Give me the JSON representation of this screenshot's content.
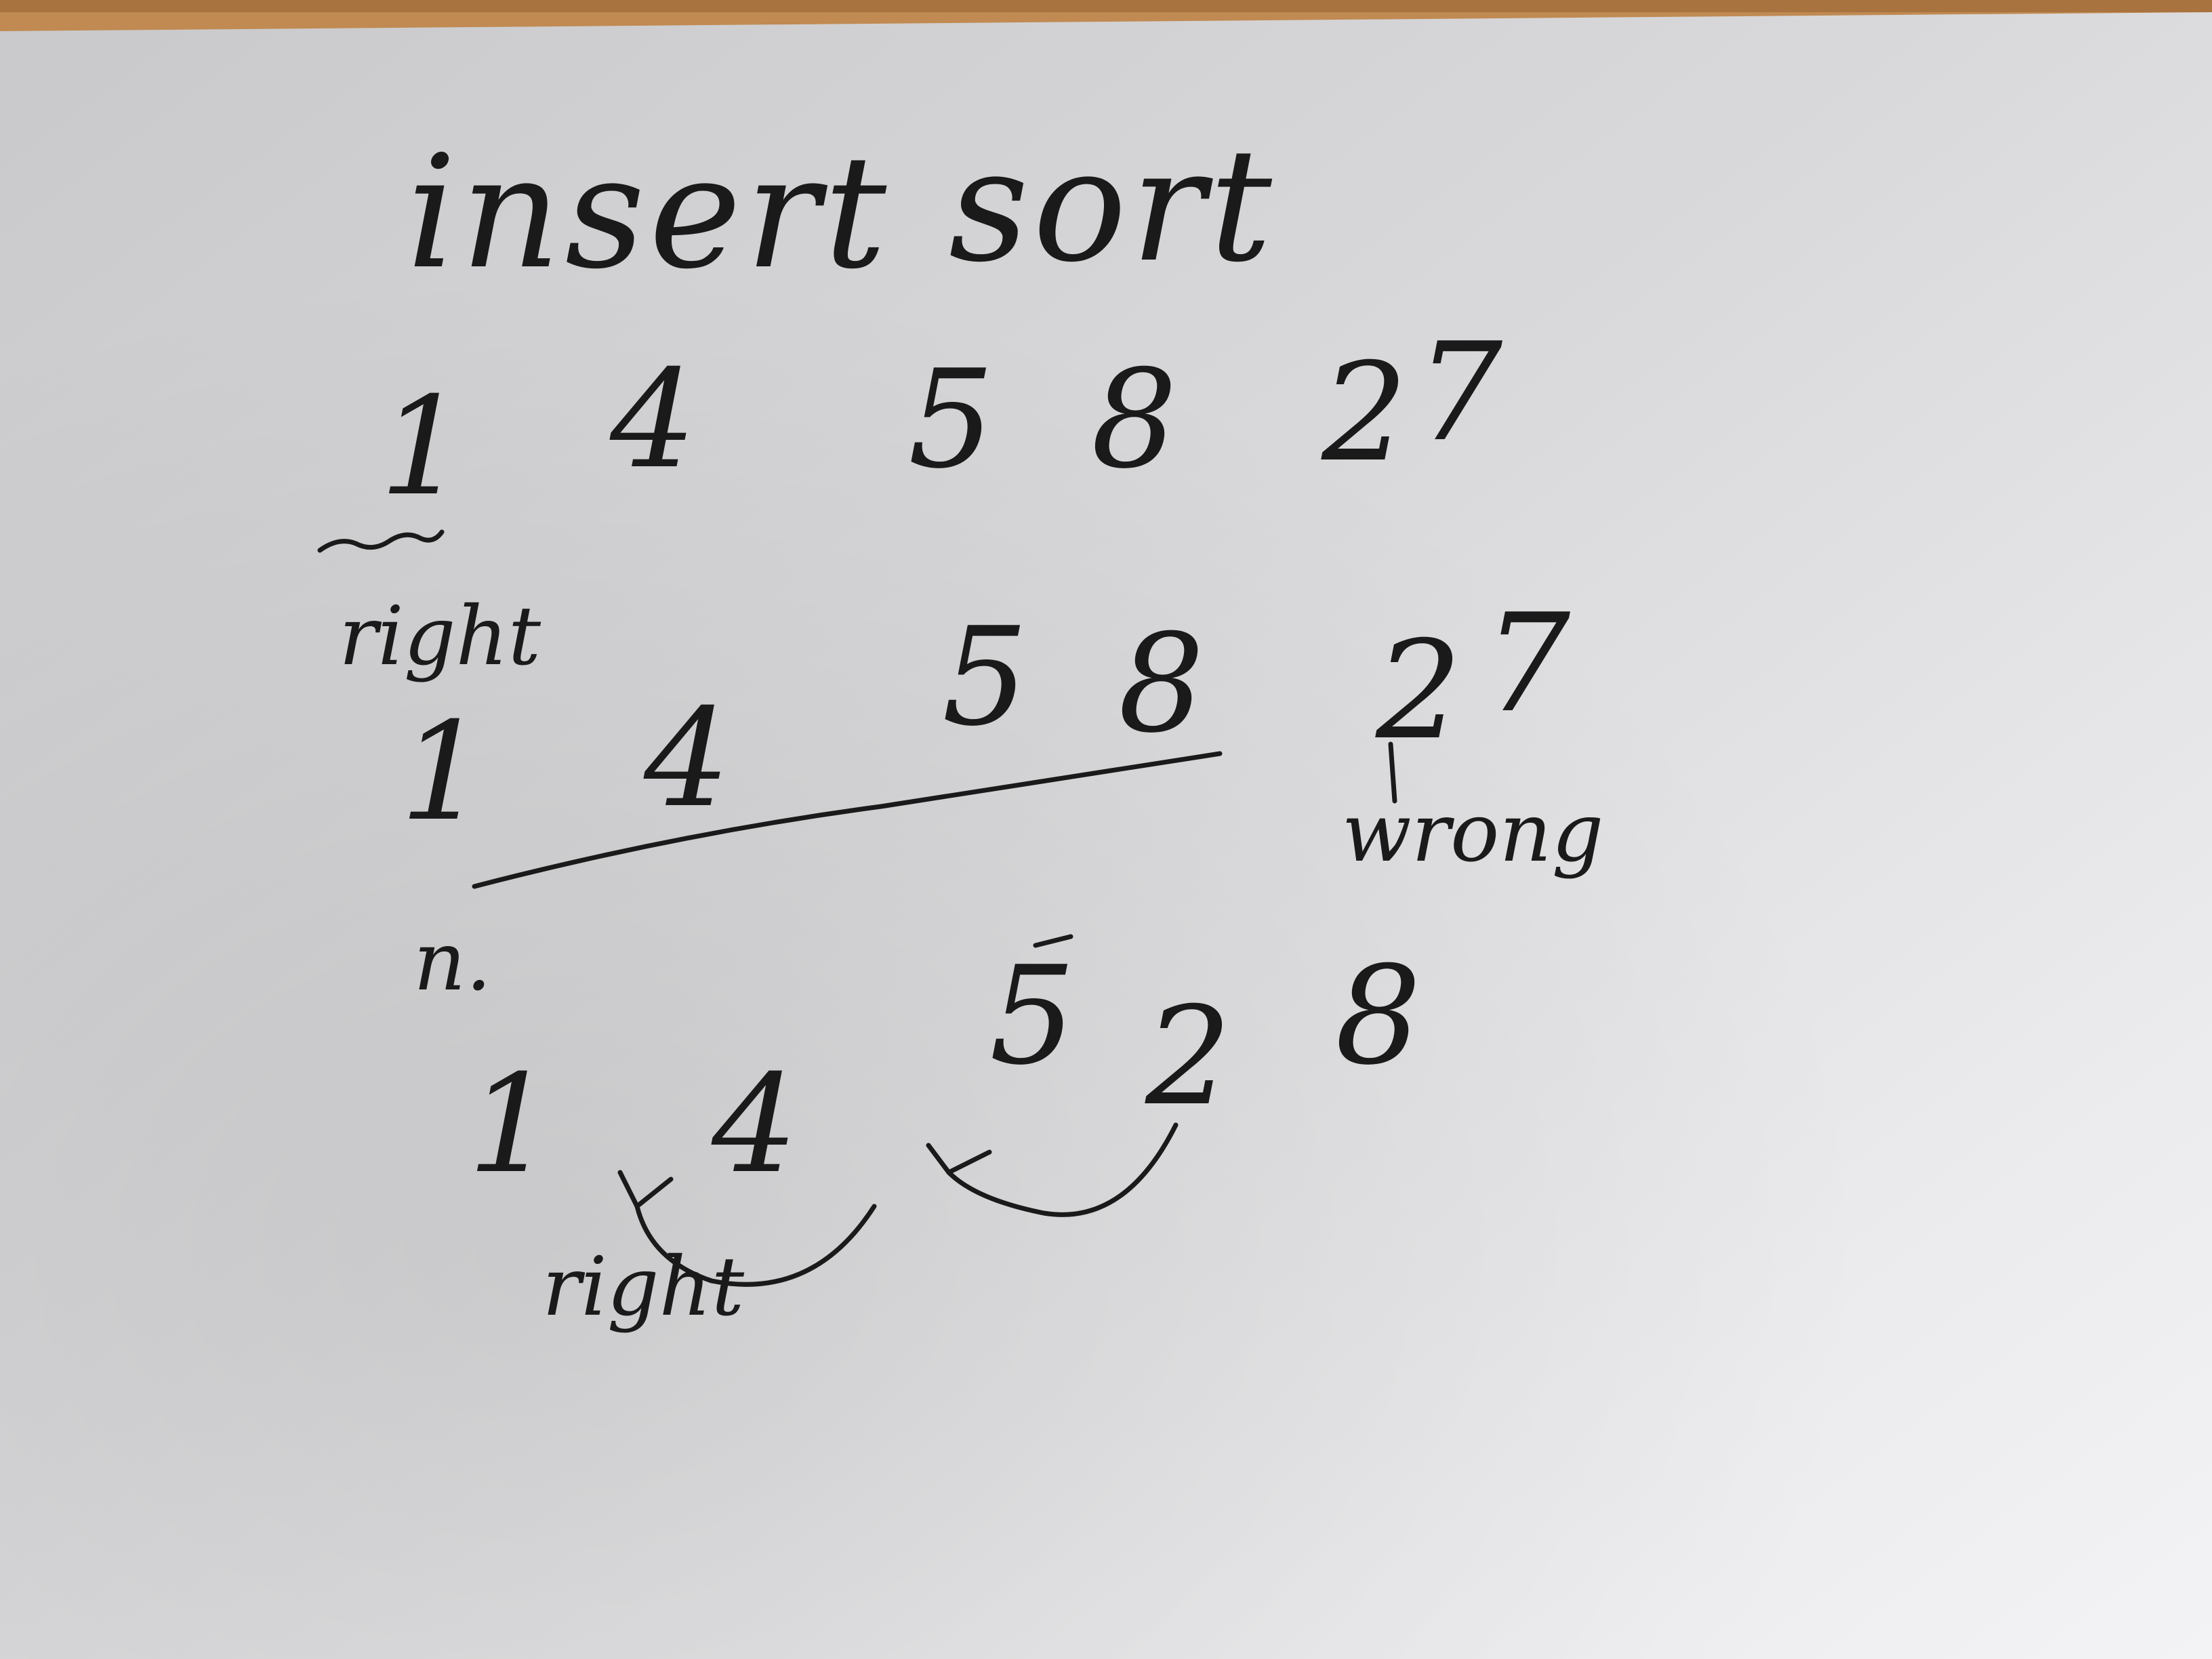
{
  "title": {
    "word1": "insert",
    "word2": "sort"
  },
  "rows": [
    {
      "numbers": [
        "1",
        "4",
        "5",
        "8",
        "2",
        "7"
      ],
      "note": "right"
    },
    {
      "numbers": [
        "1",
        "4",
        "5",
        "8",
        "2",
        "7"
      ],
      "note": "wrong"
    },
    {
      "numbers": [
        "1",
        "4",
        "5",
        "2",
        "8"
      ],
      "note": "right"
    }
  ],
  "row3_prefix": "n.",
  "colors": {
    "ink": "#1a1a1a",
    "paper": "#dcdcde",
    "table": "#c08a52"
  }
}
